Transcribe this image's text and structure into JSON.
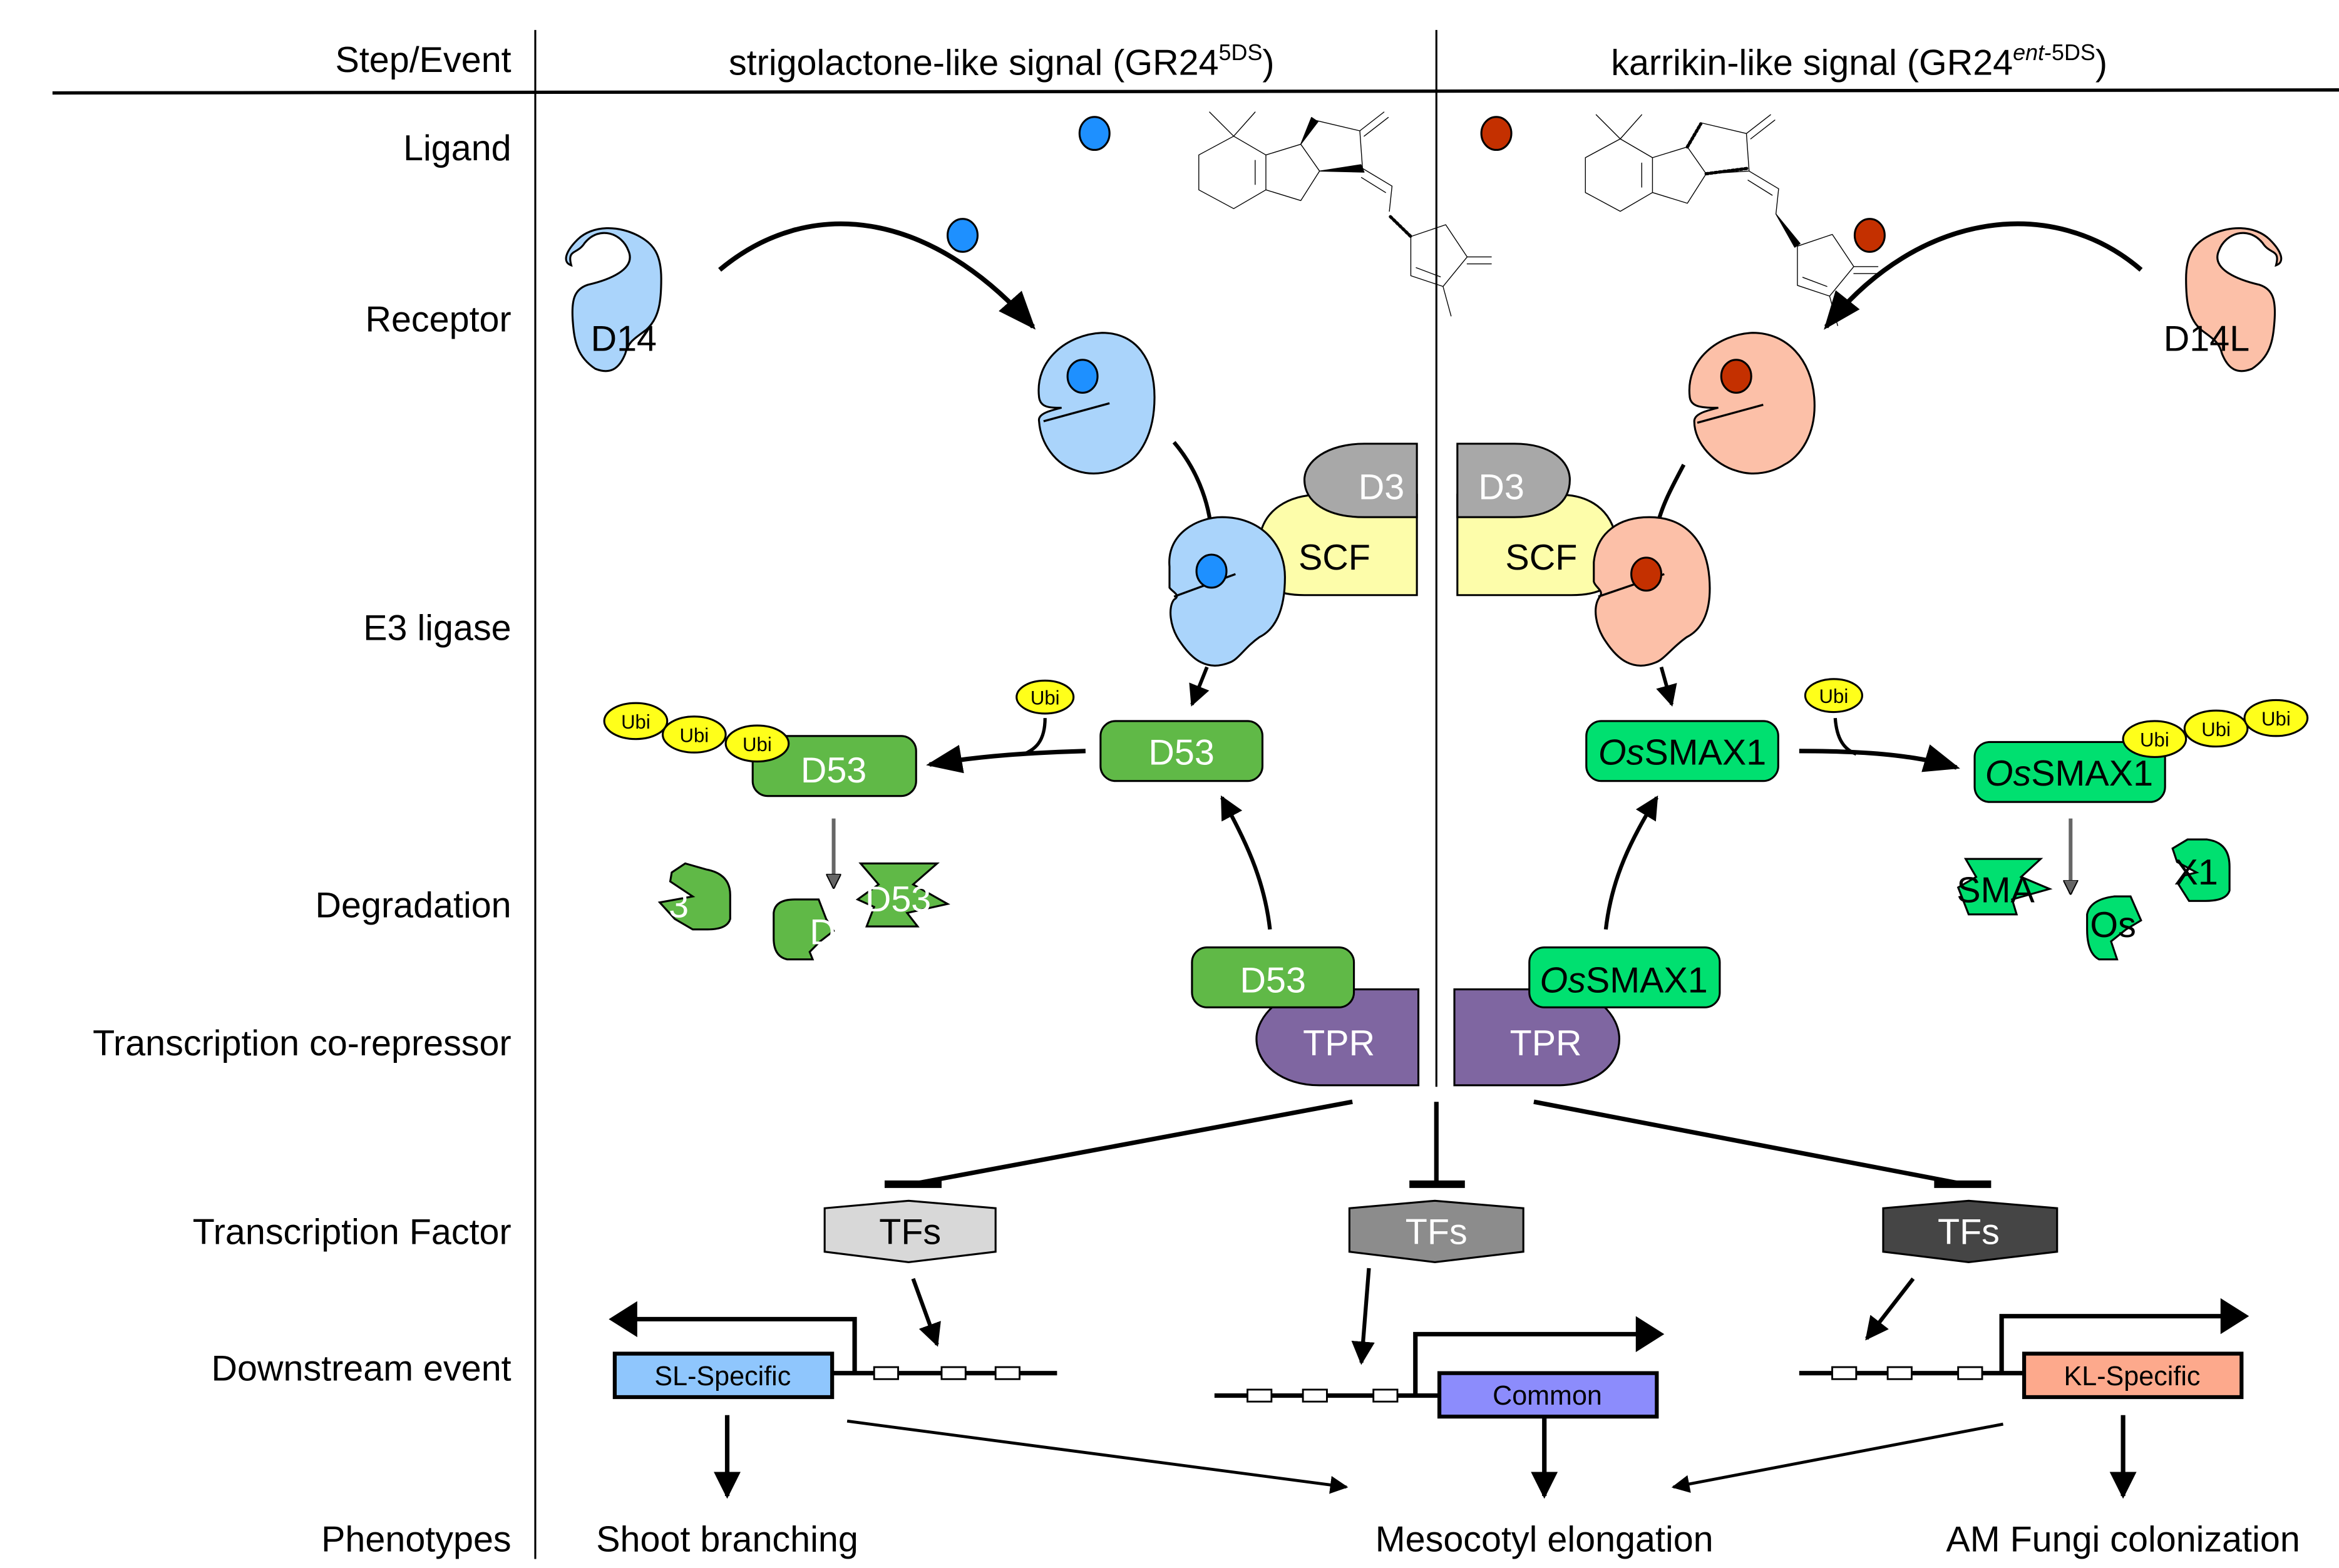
{
  "header": {
    "step_column": "Step/Event",
    "sl_column": {
      "prefix": "strigolactone-like signal (GR24",
      "superscript": "5DS",
      "suffix": ")"
    },
    "kl_column": {
      "prefix": "karrikin-like signal (GR24",
      "superscript_italic": "ent",
      "superscript_rest": "-5DS",
      "suffix": ")"
    }
  },
  "steps": [
    "Ligand",
    "Receptor",
    "E3 ligase",
    "Degradation",
    "Transcription co-repressor",
    "Transcription Factor",
    "Downstream event",
    "Phenotypes"
  ],
  "colors": {
    "sl_ligand": "#1e90ff",
    "kl_ligand": "#c43000",
    "d14": "#aad4fb",
    "d14l": "#fcc0a8",
    "d3": "#a8a8a8",
    "scf": "#fdfdaa",
    "d53": "#60b947",
    "ossmax1": "#00e070",
    "ubi": "#ffff1a",
    "tpr": "#7f66a1",
    "tf_light": "#d8d8d8",
    "tf_mid": "#8c8c8c",
    "tf_dark": "#454545",
    "sl_gene": "#8fc6fd",
    "common_gene": "#8c8cfc",
    "kl_gene": "#fda98c"
  },
  "receptors": {
    "sl": "D14",
    "kl": "D14L"
  },
  "e3": {
    "f_box": "D3",
    "complex": "SCF"
  },
  "repressors": {
    "sl": "D53",
    "kl_prefix": "Os",
    "kl_rest": "SMAX1"
  },
  "ubiquitin": "Ubi",
  "degradation_fragments": {
    "sl": [
      "3",
      "D",
      "D53"
    ],
    "kl": [
      "SMA",
      "Os",
      "X1"
    ]
  },
  "co_repressor": "TPR",
  "transcription_factors": [
    "TFs",
    "TFs",
    "TFs"
  ],
  "genes": {
    "sl": "SL-Specific",
    "common": "Common",
    "kl": "KL-Specific"
  },
  "phenotypes": {
    "sl": "Shoot branching",
    "common": "Mesocotyl elongation",
    "kl": "AM Fungi colonization"
  }
}
